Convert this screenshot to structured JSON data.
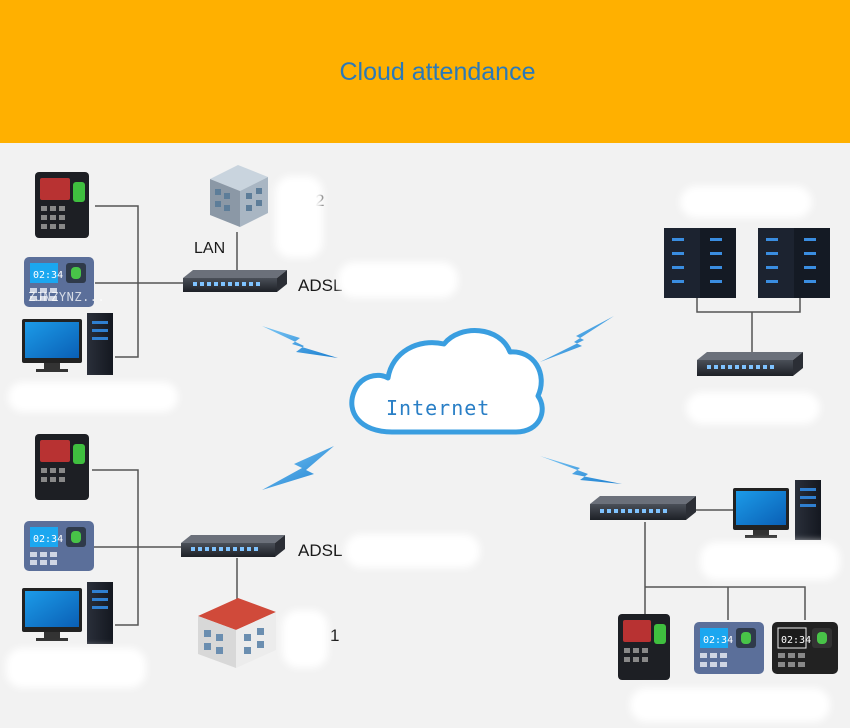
{
  "header": {
    "title": "Cloud attendance",
    "background": "#ffb000",
    "title_color": "#2b79b8"
  },
  "diagram": {
    "cloud_label": "Internet",
    "labels": {
      "lan": "LAN",
      "adsl_top": "ADSL",
      "adsl_bottom": "ADSL",
      "site_top": "2",
      "site_bottom": "1"
    },
    "watermark": "ZJNZYNZ...",
    "colors": {
      "cloud_stroke": "#3a9ee0",
      "lightning": "#3a9ee0",
      "line": "#555555"
    }
  }
}
